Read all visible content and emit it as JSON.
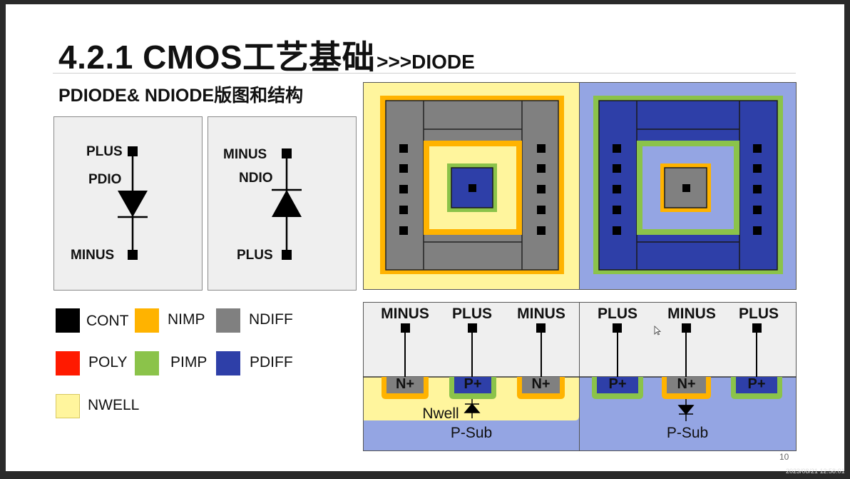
{
  "header": {
    "title_main": "4.2.1 CMOS工艺基础",
    "title_sub": ">>>DIODE",
    "subtitle": "PDIODE& NDIODE版图和结构"
  },
  "symbols": {
    "pdio": {
      "top_pin": "PLUS",
      "name": "PDIO",
      "bottom_pin": "MINUS"
    },
    "ndio": {
      "top_pin": "MINUS",
      "name": "NDIO",
      "bottom_pin": "PLUS"
    }
  },
  "legend": [
    {
      "label": "CONT",
      "color": "#000000"
    },
    {
      "label": "NIMP",
      "color": "#FFB300"
    },
    {
      "label": "NDIFF",
      "color": "#808080"
    },
    {
      "label": "POLY",
      "color": "#FF1A00"
    },
    {
      "label": "PIMP",
      "color": "#8BC34A"
    },
    {
      "label": "PDIFF",
      "color": "#2E3FA8"
    },
    {
      "label": "NWELL",
      "color": "#FFF59D"
    }
  ],
  "cross_sections": {
    "pdiode": {
      "terminals": [
        "MINUS",
        "PLUS",
        "MINUS"
      ],
      "devices": [
        "N+",
        "P+",
        "N+"
      ],
      "well": "Nwell",
      "substrate": "P-Sub"
    },
    "ndiode": {
      "terminals": [
        "PLUS",
        "MINUS",
        "PLUS"
      ],
      "devices": [
        "P+",
        "N+",
        "P+"
      ],
      "substrate": "P-Sub"
    }
  },
  "colors": {
    "nwell": "#FFF59D",
    "nimp": "#FFB300",
    "ndiff": "#808080",
    "pimp": "#8BC34A",
    "pdiff": "#2E3FA8",
    "psub": "#94A5E3",
    "oxide": "#EFEFEF"
  },
  "footer": {
    "page_number": "10",
    "timestamp": "2023/08/21 12:58:01"
  }
}
